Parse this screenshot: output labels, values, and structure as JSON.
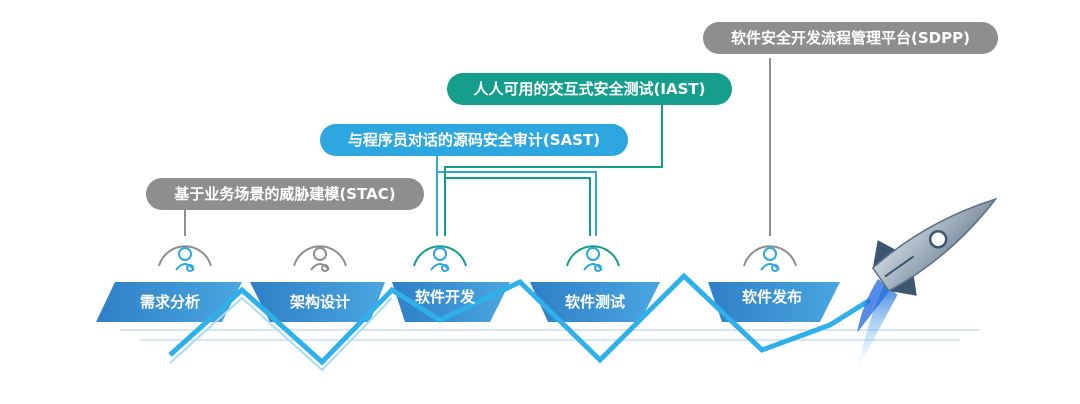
{
  "pills": {
    "stac": "基于业务场景的威胁建模(STAC)",
    "sast": "与程序员对话的源码安全审计(SAST)",
    "iast": "人人可用的交互式安全测试(IAST)",
    "sdpp": "软件安全开发流程管理平台(SDPP)"
  },
  "stages": {
    "requirements": "需求分析",
    "architecture": "架构设计",
    "development": "软件开发",
    "testing": "软件测试",
    "release": "软件发布"
  },
  "colors": {
    "gray": "#8e8e8e",
    "blue": "#2ea7e0",
    "teal": "#169e8c",
    "banner": "#3b8fd0",
    "zigzag": "#2fb0ea"
  },
  "icons": [
    "person-icon",
    "rocket-icon"
  ]
}
